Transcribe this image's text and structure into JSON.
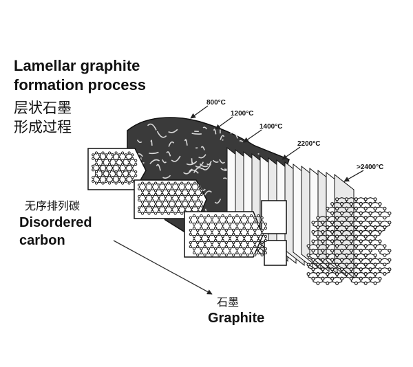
{
  "title": {
    "line1": "Lamellar graphite",
    "line2": "formation process",
    "zh_line1": "层状石墨",
    "zh_line2": "形成过程"
  },
  "stages": {
    "disordered_zh": "无序排列碳",
    "disordered_line1": "Disordered",
    "disordered_line2": "carbon",
    "graphite_zh": "石墨",
    "graphite_en": "Graphite"
  },
  "temperatures": [
    "800°C",
    "1200°C",
    "1400°C",
    "2200°C",
    ">2400°C"
  ]
}
